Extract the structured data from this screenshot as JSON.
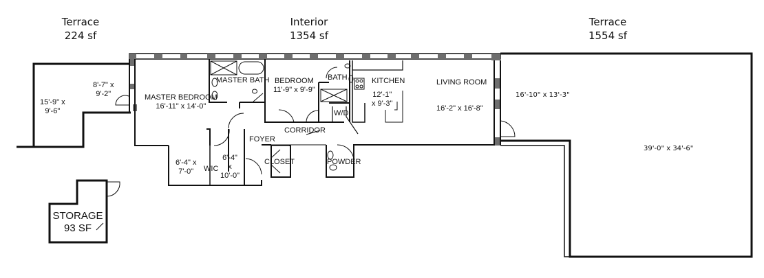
{
  "headers": {
    "terrace_left": {
      "title": "Terrace",
      "area": "224 sf"
    },
    "interior": {
      "title": "Interior",
      "area": "1354 sf"
    },
    "terrace_right": {
      "title": "Terrace",
      "area": "1554 sf"
    }
  },
  "rooms": {
    "terrace_left_outer": {
      "dims_line1": "15'-9\" x",
      "dims_line2": "9'-6\""
    },
    "terrace_left_inner": {
      "dims_line1": "8'-7\" x",
      "dims_line2": "9'-2\""
    },
    "master_bedroom": {
      "name": "MASTER BEDROOM",
      "dims": "16'-11\" x 14'-0\""
    },
    "master_bath": {
      "name": "MASTER BATH"
    },
    "bedroom": {
      "name": "BEDROOM",
      "dims": "11'-9\" x 9'-9\""
    },
    "bath": {
      "name": "BATH"
    },
    "kitchen": {
      "name": "KITCHEN",
      "dims_line1": "12'-1\"",
      "dims_line2": "x 9'-3\""
    },
    "living_room": {
      "name": "LIVING ROOM",
      "dims": "16'-2\" x 16'-8\""
    },
    "wd": {
      "name": "W/D"
    },
    "corridor": {
      "name": "CORRIDOR"
    },
    "foyer": {
      "name": "FOYER"
    },
    "closet": {
      "name": "CLOSET"
    },
    "powder": {
      "name": "POWDER"
    },
    "wic": {
      "name": "WIC",
      "dims_line1": "6'-4\" x",
      "dims_line2": "7'-0\""
    },
    "wic_hall": {
      "dims_line1": "6'-4\"",
      "dims_line2": "x",
      "dims_line3": "10'-0\""
    },
    "terrace_right_upper": {
      "dims": "16'-10\" x 13'-3\""
    },
    "terrace_right_main": {
      "dims": "39'-0\" x 34'-6\""
    },
    "storage": {
      "name": "STORAGE",
      "area": "93 SF"
    }
  },
  "colors": {
    "wall": "#111111",
    "column": "#6e6e6e",
    "background": "#ffffff"
  }
}
